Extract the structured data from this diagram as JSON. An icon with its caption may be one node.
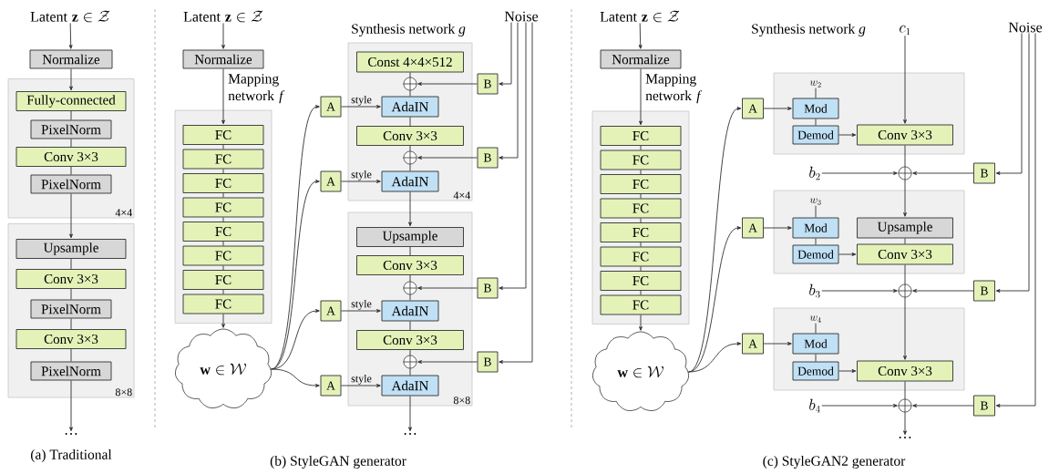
{
  "diagram": {
    "nodes": [
      {
        "text": [
          "\\text{Latent}\\;\\mathbf{z}\\in\\mathcal{Z}"
        ]
      },
      {
        "text": [
          "Normalize"
        ]
      },
      {
        "text": [
          "4×4"
        ]
      },
      {
        "text": [
          "Fully-connected"
        ],
        "in": 2
      },
      {
        "text": [
          "PixelNorm"
        ],
        "in": 2
      },
      {
        "text": [
          "Conv 3×3"
        ],
        "in": 2
      },
      {
        "text": [
          "PixelNorm"
        ],
        "in": 2
      },
      {
        "text": [
          "8×8"
        ]
      },
      {
        "text": [
          "Upsample"
        ],
        "in": 7
      },
      {
        "text": [
          "Conv 3×3"
        ],
        "in": 7
      },
      {
        "text": [
          "PixelNorm"
        ],
        "in": 7
      },
      {
        "text": [
          "Conv 3×3"
        ],
        "in": 7
      },
      {
        "text": [
          "PixelNorm"
        ],
        "in": 7
      },
      {
        "text": [
          "…"
        ]
      },
      {
        "text": [
          "\\text{Latent}\\;\\mathbf{z}\\in\\mathcal{Z}"
        ]
      },
      {
        "text": [
          "Normalize"
        ]
      },
      {
        "text": [],
        "shape": "box"
      },
      {
        "text": [
          "FC"
        ],
        "in": 16
      },
      {
        "text": [
          "FC"
        ],
        "in": 16
      },
      {
        "text": [
          "FC"
        ],
        "in": 16
      },
      {
        "text": [
          "FC"
        ],
        "in": 16
      },
      {
        "text": [
          "FC"
        ],
        "in": 16
      },
      {
        "text": [
          "FC"
        ],
        "in": 16
      },
      {
        "text": [
          "FC"
        ],
        "in": 16
      },
      {
        "text": [
          "FC"
        ],
        "in": 16
      },
      {
        "text": [
          "\\mathbf{w}\\in\\mathcal{W}"
        ]
      },
      {
        "text": [
          "Noise"
        ]
      },
      {
        "text": [
          "4×4"
        ]
      },
      {
        "text": [
          "Const 4×4×512"
        ],
        "in": 27
      },
      {
        "text": [],
        "shape": "circle",
        "in": 27
      },
      {
        "text": [
          "AdaIN"
        ],
        "in": 27
      },
      {
        "text": [
          "Conv 3×3"
        ],
        "in": 27
      },
      {
        "text": [],
        "shape": "circle",
        "in": 27
      },
      {
        "text": [
          "AdaIN"
        ],
        "in": 27
      },
      {
        "text": [
          "A"
        ]
      },
      {
        "text": [
          "B"
        ]
      },
      {
        "text": [
          "A"
        ]
      },
      {
        "text": [
          "B"
        ]
      },
      {
        "text": [
          "8×8"
        ]
      },
      {
        "text": [
          "Upsample"
        ],
        "in": 38
      },
      {
        "text": [
          "Conv 3×3"
        ],
        "in": 38
      },
      {
        "text": [],
        "shape": "circle",
        "in": 38
      },
      {
        "text": [
          "AdaIN"
        ],
        "in": 38
      },
      {
        "text": [
          "Conv 3×3"
        ],
        "in": 38
      },
      {
        "text": [],
        "shape": "circle",
        "in": 38
      },
      {
        "text": [
          "AdaIN"
        ],
        "in": 38
      },
      {
        "text": [
          "A"
        ]
      },
      {
        "text": [
          "B"
        ]
      },
      {
        "text": [
          "A"
        ]
      },
      {
        "text": [
          "B"
        ]
      },
      {
        "text": [
          "…"
        ]
      },
      {
        "text": [
          "\\text{Latent}\\;\\mathbf{z}\\in\\mathcal{Z}"
        ]
      },
      {
        "text": [
          "Normalize"
        ]
      },
      {
        "text": [],
        "shape": "box"
      },
      {
        "text": [
          "FC"
        ],
        "in": 53
      },
      {
        "text": [
          "FC"
        ],
        "in": 53
      },
      {
        "text": [
          "FC"
        ],
        "in": 53
      },
      {
        "text": [
          "FC"
        ],
        "in": 53
      },
      {
        "text": [
          "FC"
        ],
        "in": 53
      },
      {
        "text": [
          "FC"
        ],
        "in": 53
      },
      {
        "text": [
          "FC"
        ],
        "in": 53
      },
      {
        "text": [
          "FC"
        ],
        "in": 53
      },
      {
        "text": [
          "\\mathbf{w}\\in\\mathcal{W}"
        ]
      },
      {
        "text": [
          "c_1"
        ]
      },
      {
        "text": [
          "Noise"
        ]
      },
      {
        "text": [],
        "shape": "box"
      },
      {
        "text": [
          "w_2"
        ],
        "in": 65
      },
      {
        "text": [
          "Mod"
        ],
        "in": 65
      },
      {
        "text": [
          "Demod"
        ],
        "in": 65
      },
      {
        "text": [
          "Conv 3×3"
        ],
        "in": 65
      },
      {
        "text": [
          "A"
        ]
      },
      {
        "text": [],
        "shape": "circle"
      },
      {
        "text": [
          "b_2"
        ]
      },
      {
        "text": [
          "B"
        ]
      },
      {
        "text": [],
        "shape": "box"
      },
      {
        "text": [
          "w_3"
        ],
        "in": 74
      },
      {
        "text": [
          "Mod"
        ],
        "in": 74
      },
      {
        "text": [
          "Upsample"
        ],
        "in": 74
      },
      {
        "text": [
          "Demod"
        ],
        "in": 74
      },
      {
        "text": [
          "Conv 3×3"
        ],
        "in": 74
      },
      {
        "text": [
          "A"
        ]
      },
      {
        "text": [],
        "shape": "circle"
      },
      {
        "text": [
          "b_3"
        ]
      },
      {
        "text": [
          "B"
        ]
      },
      {
        "text": [],
        "shape": "box"
      },
      {
        "text": [
          "w_4"
        ],
        "in": 84
      },
      {
        "text": [
          "Mod"
        ],
        "in": 84
      },
      {
        "text": [
          "Demod"
        ],
        "in": 84
      },
      {
        "text": [
          "Conv 3×3"
        ],
        "in": 84
      },
      {
        "text": [
          "A"
        ]
      },
      {
        "text": [],
        "shape": "circle"
      },
      {
        "text": [
          "b_4"
        ]
      },
      {
        "text": [
          "B"
        ]
      },
      {
        "text": [
          "…"
        ]
      }
    ],
    "edges": [
      {
        "from": 0,
        "to": 1,
        "arrow": "to"
      },
      {
        "from": 1,
        "to": 3,
        "arrow": "to"
      },
      {
        "from": 3,
        "to": 4,
        "arrow": "none"
      },
      {
        "from": 4,
        "to": 5,
        "arrow": "none"
      },
      {
        "from": 5,
        "to": 6,
        "arrow": "none"
      },
      {
        "from": 6,
        "to": 8,
        "arrow": "to"
      },
      {
        "from": 8,
        "to": 9,
        "arrow": "none"
      },
      {
        "from": 9,
        "to": 10,
        "arrow": "none"
      },
      {
        "from": 10,
        "to": 11,
        "arrow": "none"
      },
      {
        "from": 11,
        "to": 12,
        "arrow": "none"
      },
      {
        "from": 12,
        "to": 13,
        "arrow": "to"
      },
      {
        "from": 14,
        "to": 15,
        "arrow": "to"
      },
      {
        "from": 15,
        "to": 17,
        "arrow": "to"
      },
      {
        "from": 17,
        "to": 18,
        "arrow": "none"
      },
      {
        "from": 18,
        "to": 19,
        "arrow": "none"
      },
      {
        "from": 19,
        "to": 20,
        "arrow": "none"
      },
      {
        "from": 20,
        "to": 21,
        "arrow": "none"
      },
      {
        "from": 21,
        "to": 22,
        "arrow": "none"
      },
      {
        "from": 22,
        "to": 23,
        "arrow": "none"
      },
      {
        "from": 23,
        "to": 24,
        "arrow": "none"
      },
      {
        "from": 24,
        "to": 25,
        "arrow": "to"
      },
      {
        "from": 25,
        "to": 34,
        "arrow": "to"
      },
      {
        "from": 25,
        "to": 36,
        "arrow": "to"
      },
      {
        "from": 25,
        "to": 46,
        "arrow": "to"
      },
      {
        "from": 25,
        "to": 48,
        "arrow": "to"
      },
      {
        "from": 26,
        "to": 35,
        "arrow": "to"
      },
      {
        "from": 26,
        "to": 37,
        "arrow": "to"
      },
      {
        "from": 26,
        "to": 47,
        "arrow": "to"
      },
      {
        "from": 26,
        "to": 49,
        "arrow": "to"
      },
      {
        "from": 28,
        "to": 29,
        "arrow": "none"
      },
      {
        "from": 35,
        "to": 29,
        "arrow": "to"
      },
      {
        "from": 29,
        "to": 30,
        "arrow": "none"
      },
      {
        "from": 34,
        "to": 30,
        "arrow": "to",
        "label": "style"
      },
      {
        "from": 30,
        "to": 31,
        "arrow": "none"
      },
      {
        "from": 31,
        "to": 32,
        "arrow": "none"
      },
      {
        "from": 37,
        "to": 32,
        "arrow": "to"
      },
      {
        "from": 32,
        "to": 33,
        "arrow": "none"
      },
      {
        "from": 36,
        "to": 33,
        "arrow": "to",
        "label": "style"
      },
      {
        "from": 33,
        "to": 39,
        "arrow": "to"
      },
      {
        "from": 39,
        "to": 40,
        "arrow": "none"
      },
      {
        "from": 40,
        "to": 41,
        "arrow": "none"
      },
      {
        "from": 47,
        "to": 41,
        "arrow": "to"
      },
      {
        "from": 41,
        "to": 42,
        "arrow": "none"
      },
      {
        "from": 46,
        "to": 42,
        "arrow": "to",
        "label": "style"
      },
      {
        "from": 42,
        "to": 43,
        "arrow": "none"
      },
      {
        "from": 43,
        "to": 44,
        "arrow": "none"
      },
      {
        "from": 49,
        "to": 44,
        "arrow": "to"
      },
      {
        "from": 44,
        "to": 45,
        "arrow": "none"
      },
      {
        "from": 48,
        "to": 45,
        "arrow": "to",
        "label": "style"
      },
      {
        "from": 45,
        "to": 50,
        "arrow": "to"
      },
      {
        "from": 51,
        "to": 52,
        "arrow": "to"
      },
      {
        "from": 52,
        "to": 54,
        "arrow": "to"
      },
      {
        "from": 54,
        "to": 55,
        "arrow": "none"
      },
      {
        "from": 55,
        "to": 56,
        "arrow": "none"
      },
      {
        "from": 56,
        "to": 57,
        "arrow": "none"
      },
      {
        "from": 57,
        "to": 58,
        "arrow": "none"
      },
      {
        "from": 58,
        "to": 59,
        "arrow": "none"
      },
      {
        "from": 59,
        "to": 60,
        "arrow": "none"
      },
      {
        "from": 60,
        "to": 61,
        "arrow": "none"
      },
      {
        "from": 61,
        "to": 62,
        "arrow": "to"
      },
      {
        "from": 62,
        "to": 70,
        "arrow": "to"
      },
      {
        "from": 62,
        "to": 80,
        "arrow": "to"
      },
      {
        "from": 62,
        "to": 89,
        "arrow": "to"
      },
      {
        "from": 64,
        "to": 73,
        "arrow": "to"
      },
      {
        "from": 64,
        "to": 83,
        "arrow": "to"
      },
      {
        "from": 64,
        "to": 92,
        "arrow": "to"
      },
      {
        "from": 63,
        "to": 69,
        "arrow": "to"
      },
      {
        "from": 66,
        "to": 67,
        "arrow": "none"
      },
      {
        "from": 70,
        "to": 67,
        "arrow": "to"
      },
      {
        "from": 67,
        "to": 68,
        "arrow": "none"
      },
      {
        "from": 68,
        "to": 69,
        "arrow": "to"
      },
      {
        "from": 69,
        "to": 71,
        "arrow": "none"
      },
      {
        "from": 72,
        "to": 71,
        "arrow": "to"
      },
      {
        "from": 73,
        "to": 71,
        "arrow": "to"
      },
      {
        "from": 71,
        "to": 77,
        "arrow": "to"
      },
      {
        "from": 75,
        "to": 76,
        "arrow": "none"
      },
      {
        "from": 80,
        "to": 76,
        "arrow": "to"
      },
      {
        "from": 76,
        "to": 78,
        "arrow": "none"
      },
      {
        "from": 78,
        "to": 79,
        "arrow": "to"
      },
      {
        "from": 77,
        "to": 79,
        "arrow": "none"
      },
      {
        "from": 79,
        "to": 81,
        "arrow": "none"
      },
      {
        "from": 82,
        "to": 81,
        "arrow": "to"
      },
      {
        "from": 83,
        "to": 81,
        "arrow": "to"
      },
      {
        "from": 81,
        "to": 88,
        "arrow": "to"
      },
      {
        "from": 85,
        "to": 86,
        "arrow": "none"
      },
      {
        "from": 89,
        "to": 86,
        "arrow": "to"
      },
      {
        "from": 86,
        "to": 87,
        "arrow": "none"
      },
      {
        "from": 87,
        "to": 88,
        "arrow": "to"
      },
      {
        "from": 88,
        "to": 90,
        "arrow": "none"
      },
      {
        "from": 91,
        "to": 90,
        "arrow": "to"
      },
      {
        "from": 92,
        "to": 90,
        "arrow": "to"
      },
      {
        "from": 90,
        "to": 93,
        "arrow": "to"
      }
    ],
    "labels": [
      "Synthesis network *g*",
      "Synthesis network *g*",
      "Mapping network *f*",
      "Mapping network *f*",
      "(a) Traditional",
      "(b) StyleGAN generator",
      "(c) StyleGAN2 generator"
    ]
  }
}
